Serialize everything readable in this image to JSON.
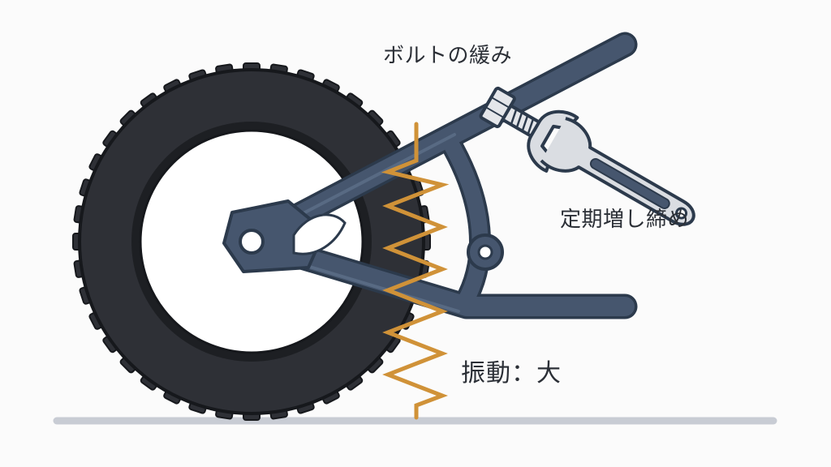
{
  "labels": {
    "bolt_loosening": "ボルトの緩み",
    "periodic_retightening": "定期増し締め",
    "vibration": "振動：大"
  },
  "colors": {
    "frame": "#46566e",
    "frame_outline": "#2c3a4c",
    "tire": "#2e3036",
    "tire_outline": "#16181c",
    "spring": "#d09238",
    "ground": "#c8ccd4",
    "wrench": "#dadde2",
    "bolt": "#e4e6ea",
    "text": "#2b2f36"
  },
  "icons": [
    "wheel-icon",
    "bolt-icon",
    "wrench-icon",
    "vibration-spring-icon"
  ]
}
